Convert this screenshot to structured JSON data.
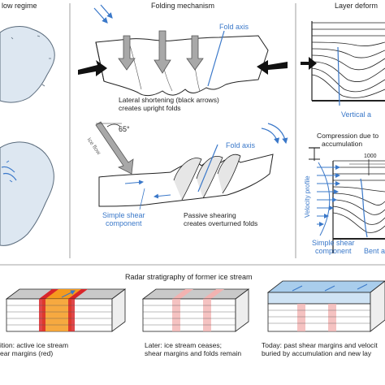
{
  "headers": {
    "flow_regime": "low regime",
    "folding_mechanism": "Folding mechanism",
    "layer_deformation": "Layer deform",
    "radar_stratigraphy": "Radar stratigraphy of former ice stream"
  },
  "folding": {
    "fold_axis_top": "Fold axis",
    "upright_caption_1": "Lateral shortening (black arrows)",
    "upright_caption_2": "creates upright folds",
    "angle": "65°",
    "ice_flow": "Ice flow",
    "fold_axis_bottom": "Fold axis",
    "simple_shear_1": "Simple shear",
    "simple_shear_2": "component",
    "overturned_caption_1": "Passive shearing",
    "overturned_caption_2": "creates overturned folds"
  },
  "layer": {
    "vertical_axis": "Vertical a",
    "compression_1": "Compression due to",
    "compression_2": "accumulation",
    "scale_value": "1000",
    "velocity_profile": "Velocity profile",
    "simple_shear_1": "Simple shear",
    "simple_shear_2": "component",
    "bent_axis": "Bent a"
  },
  "radar": {
    "panel1_line1": "ition: active ice stream",
    "panel1_line2": "ear margins (red)",
    "panel2_line1": "Later: ice stream ceases;",
    "panel2_line2": "shear margins and folds remain",
    "panel3_line1": "Today: past shear margins and velocit",
    "panel3_line2": "buried by accumulation and new lay"
  },
  "colors": {
    "blue": "#3a78c9",
    "red_margin": "#d9262a",
    "orange_stream": "#f59a1e",
    "grey_arrow": "#a8a8a8",
    "map_ice": "#dde7f1"
  }
}
